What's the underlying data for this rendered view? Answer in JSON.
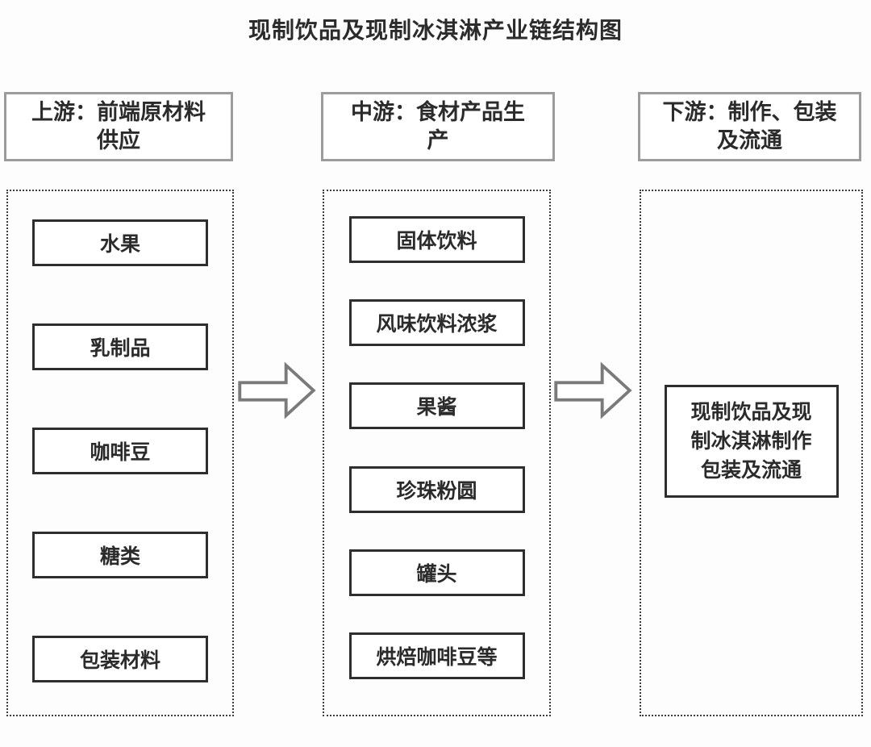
{
  "title": "现制饮品及现制冰淇淋产业链结构图",
  "colors": {
    "background": "#fdfdfd",
    "text": "#2b2b2b",
    "box_border": "#2e2e2e",
    "header_border": "#9c9c9c",
    "dotted_border": "#3c3c3c",
    "arrow_outline": "#7a7a7a"
  },
  "columns": {
    "upstream": {
      "header": "上游：前端原材料供应",
      "header_lines": [
        "上游：前端原材料",
        "供应"
      ],
      "items": [
        "水果",
        "乳制品",
        "咖啡豆",
        "糖类",
        "包装材料"
      ]
    },
    "midstream": {
      "header": "中游：食材产品生产",
      "header_lines": [
        "中游：食材产品生",
        "产"
      ],
      "items": [
        "固体饮料",
        "风味饮料浓浆",
        "果酱",
        "珍珠粉圆",
        "罐头",
        "烘焙咖啡豆等"
      ]
    },
    "downstream": {
      "header": "下游：制作、包装及流通",
      "header_lines": [
        "下游：制作、包装",
        "及流通"
      ],
      "box_text": "现制饮品及现制冰淇淋制作包装及流通",
      "box_lines": [
        "现制饮品及现",
        "制冰淇淋制作",
        "包装及流通"
      ]
    }
  }
}
